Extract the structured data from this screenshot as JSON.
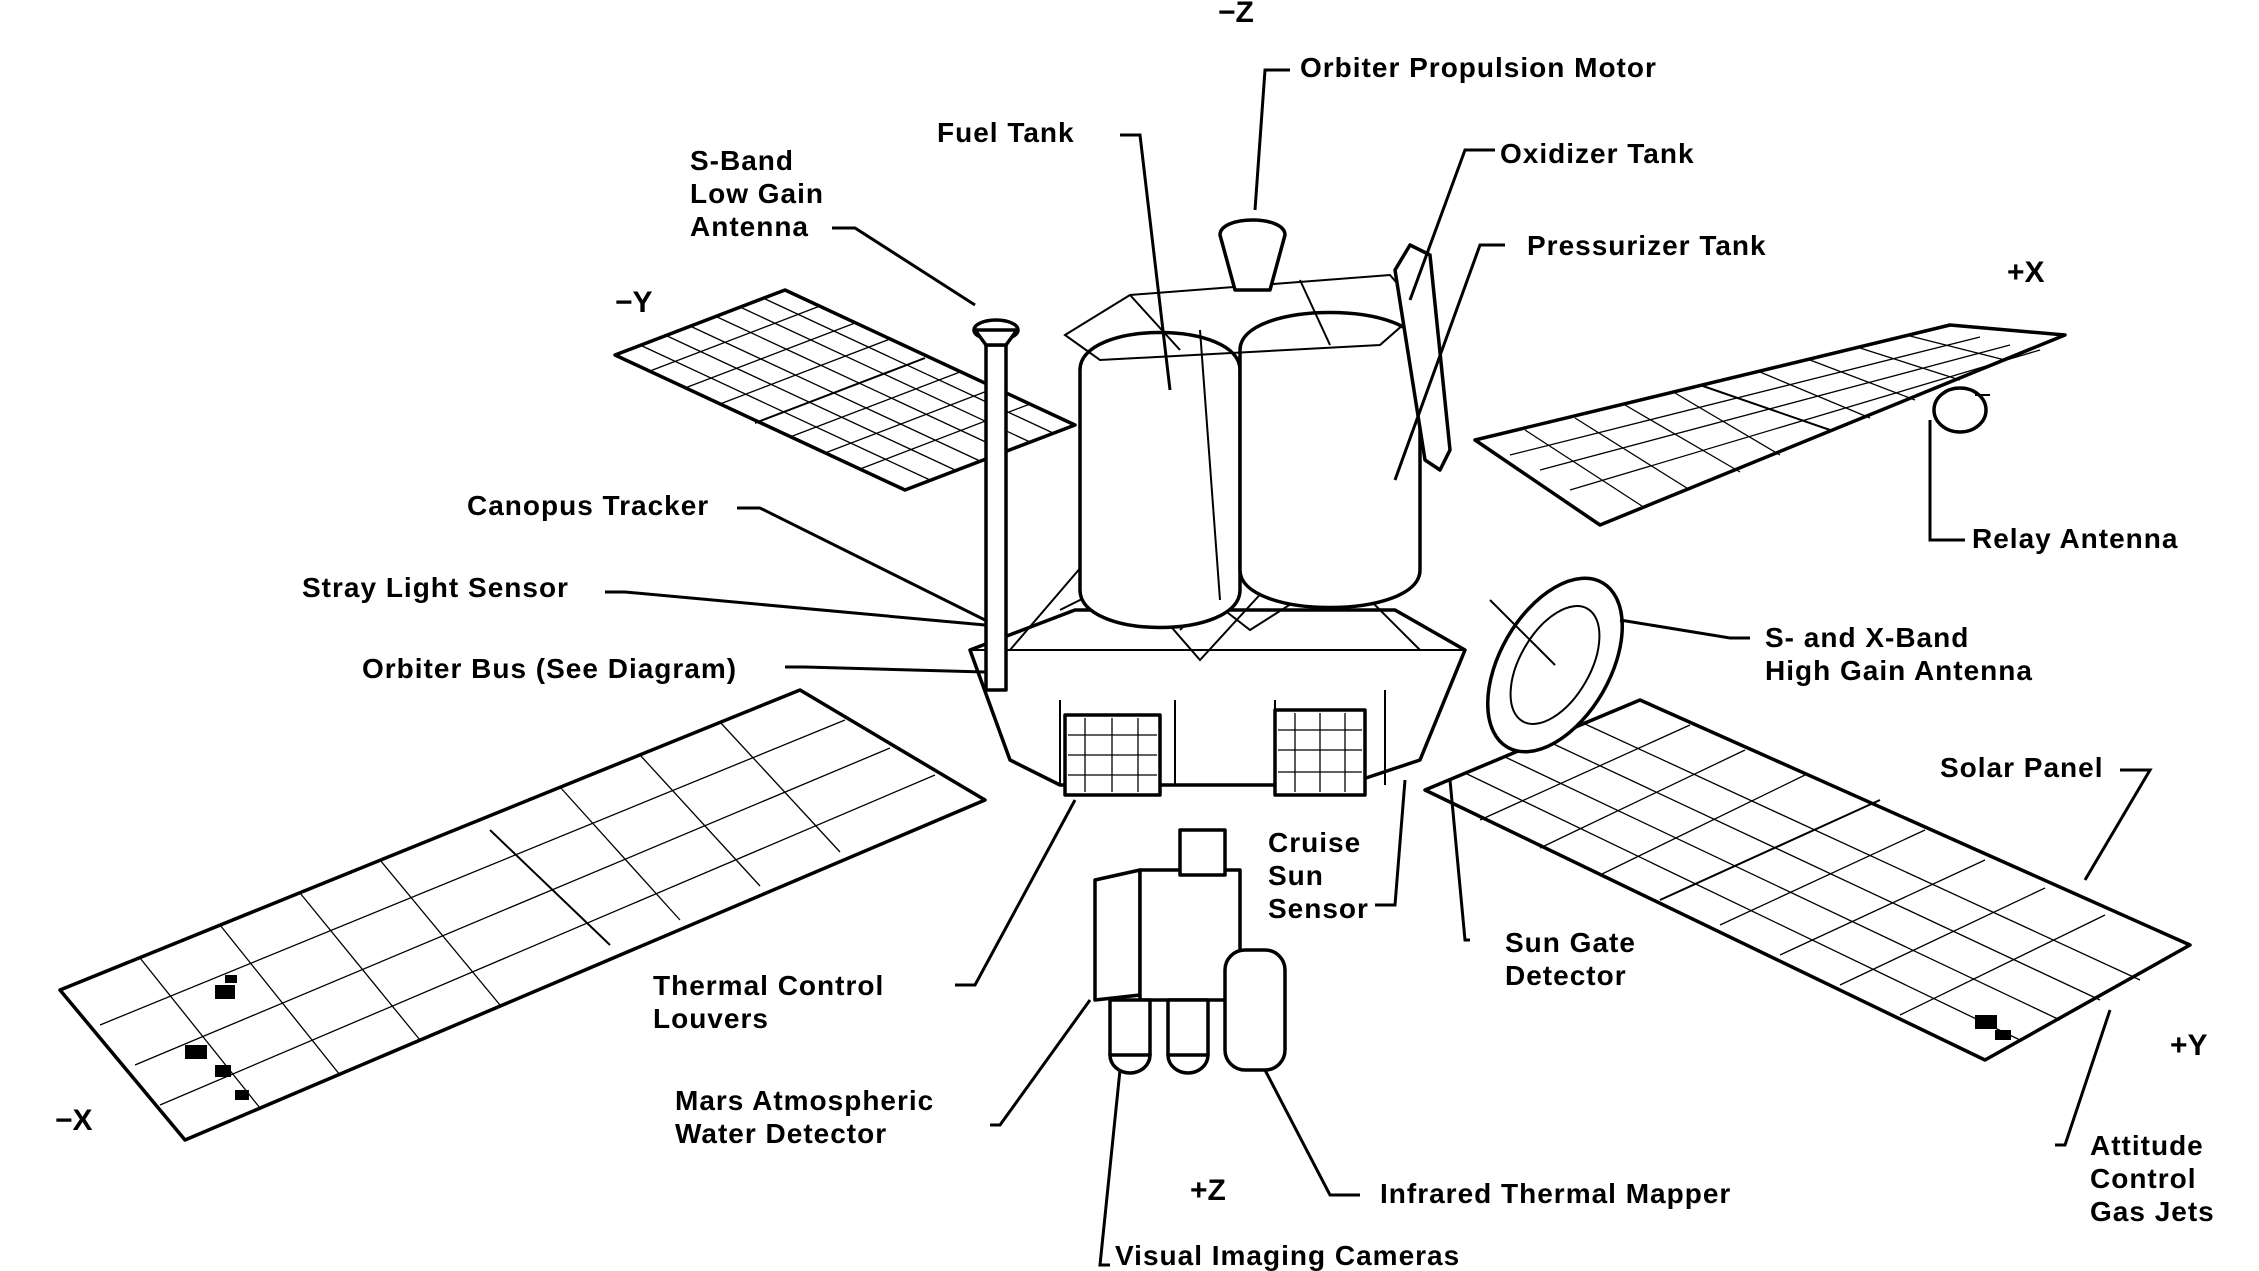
{
  "labels": {
    "orbiter_propulsion_motor": "Orbiter Propulsion Motor",
    "fuel_tank": "Fuel Tank",
    "oxidizer_tank": "Oxidizer Tank",
    "pressurizer_tank": "Pressurizer Tank",
    "s_band_low_gain_antenna": [
      "S-Band",
      "Low Gain",
      "Antenna"
    ],
    "canopus_tracker": "Canopus Tracker",
    "stray_light_sensor": "Stray Light Sensor",
    "orbiter_bus": "Orbiter Bus (See Diagram)",
    "relay_antenna": "Relay Antenna",
    "s_x_band_high_gain_antenna": [
      "S- and X-Band",
      "High Gain Antenna"
    ],
    "solar_panel": "Solar Panel",
    "cruise_sun_sensor": [
      "Cruise",
      "Sun",
      "Sensor"
    ],
    "sun_gate_detector": [
      "Sun Gate",
      "Detector"
    ],
    "thermal_control_louvers": [
      "Thermal Control",
      "Louvers"
    ],
    "mars_atmospheric_water_detector": [
      "Mars Atmospheric",
      "Water Detector"
    ],
    "infrared_thermal_mapper": "Infrared Thermal Mapper",
    "visual_imaging_cameras": "Visual Imaging Cameras",
    "attitude_control_gas_jets": [
      "Attitude",
      "Control",
      "Gas Jets"
    ]
  },
  "axes": {
    "minus_z": "−Z",
    "plus_z": "+Z",
    "minus_y": "−Y",
    "plus_y": "+Y",
    "minus_x": "−X",
    "plus_x": "+X"
  }
}
